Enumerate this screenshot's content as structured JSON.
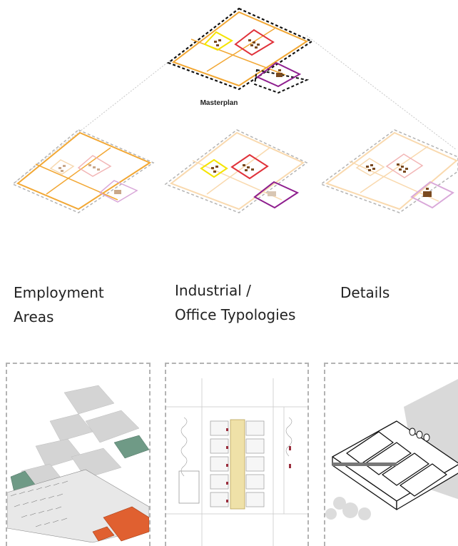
{
  "masterplan_label": "Masterplan",
  "columns": [
    {
      "line1": "Employment",
      "line2": "Areas"
    },
    {
      "line1": "Industrial /",
      "line2": "Office Typologies"
    },
    {
      "line1": "Details",
      "line2": ""
    }
  ],
  "colors": {
    "orange": "#F2A733",
    "red": "#E0323A",
    "yellow": "#F5E400",
    "purple": "#8E1E8E",
    "brown": "#7A4A20",
    "dashed_gray": "#B3B3B3"
  }
}
